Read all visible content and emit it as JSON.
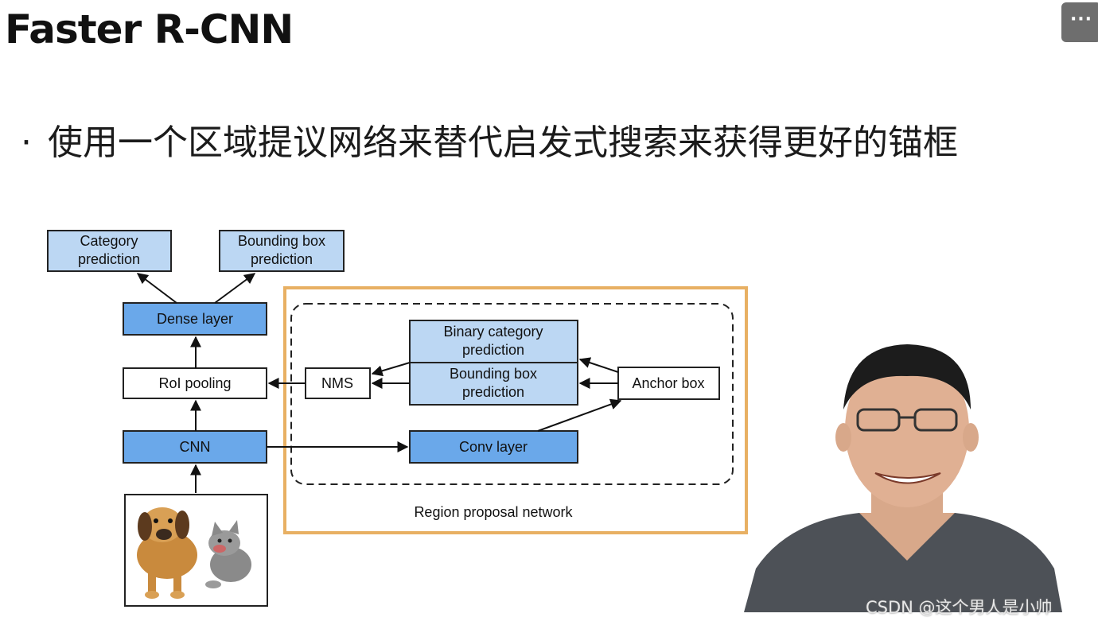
{
  "slide": {
    "title": "Faster R-CNN",
    "bullet": "使用一个区域提议网络来替代启发式搜索来获得更好的锚框"
  },
  "toolbar": {
    "more_label": "···"
  },
  "diagram": {
    "category_prediction": [
      "Category",
      "prediction"
    ],
    "bounding_box_prediction": [
      "Bounding box",
      "prediction"
    ],
    "dense_layer": "Dense layer",
    "roi_pooling": "RoI pooling",
    "cnn": "CNN",
    "nms": "NMS",
    "binary_category_prediction": [
      "Binary category",
      "prediction"
    ],
    "rpn_bounding_box_prediction": [
      "Bounding box",
      "prediction"
    ],
    "anchor_box": "Anchor box",
    "conv_layer": "Conv layer",
    "region_proposal_network": "Region proposal network",
    "colors": {
      "light_blue": "#bcd7f3",
      "mid_blue": "#6aa8ea",
      "frame_orange": "#e8b063"
    }
  },
  "watermark": "CSDN @这个男人是小帅"
}
